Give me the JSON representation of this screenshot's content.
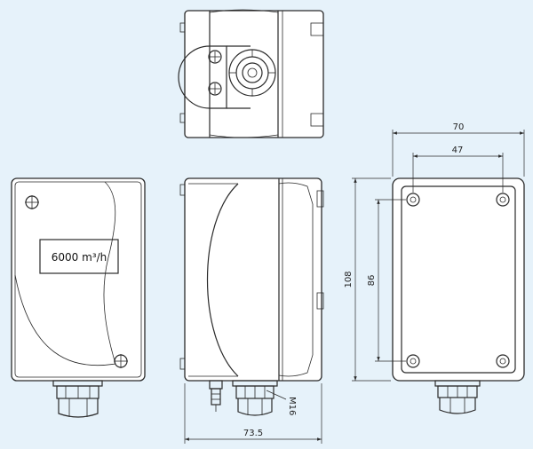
{
  "label_plate": {
    "capacity": "6000 m³/h"
  },
  "dimensions": {
    "total_width": "70",
    "hole_spacing_x": "47",
    "total_height": "108",
    "hole_spacing_y": "86",
    "depth": "73.5",
    "gland_thread": "M16"
  }
}
